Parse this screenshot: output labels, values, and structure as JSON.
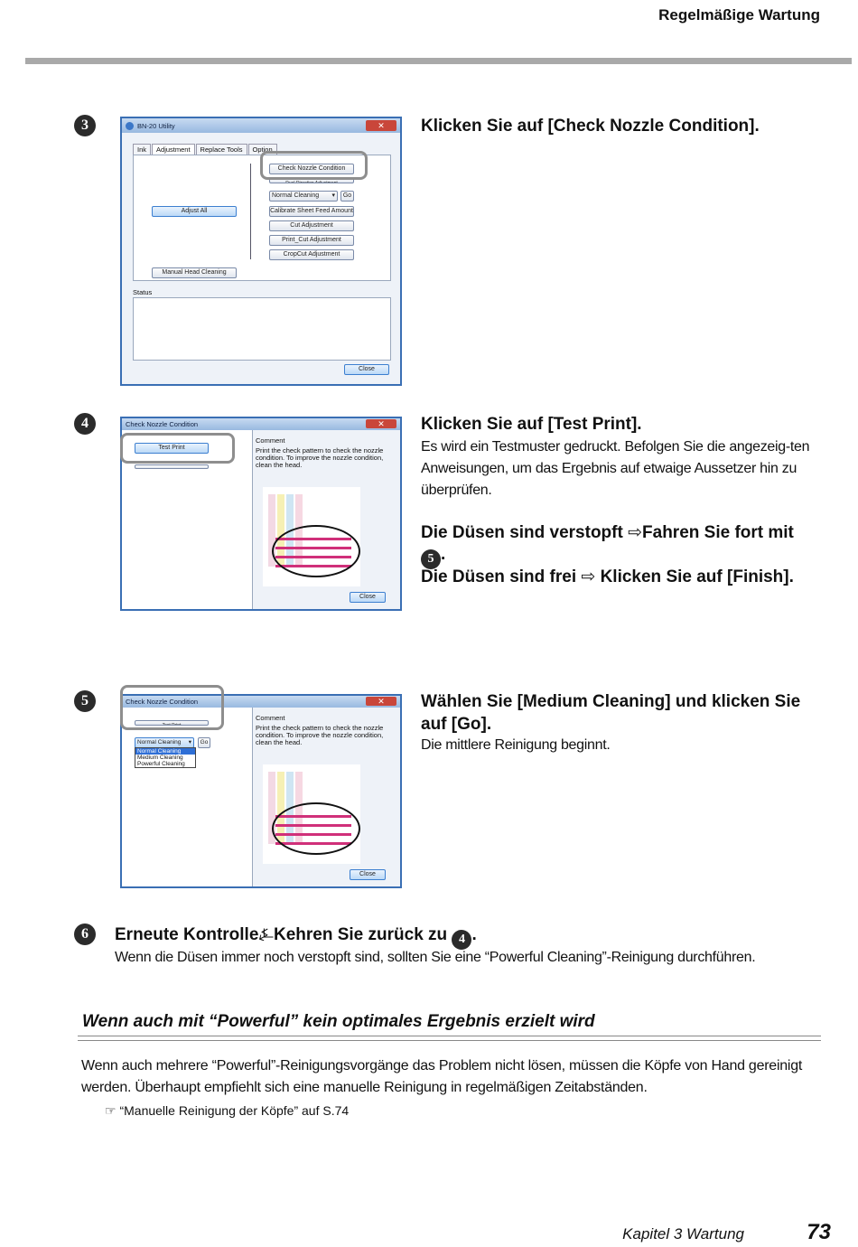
{
  "header": {
    "title": "Regelmäßige Wartung"
  },
  "steps": {
    "s3": {
      "num": "3",
      "title": "Klicken Sie auf [Check Nozzle Condition]."
    },
    "s4": {
      "num": "4",
      "title": "Klicken Sie auf [Test Print].",
      "body": "Es wird ein Testmuster gedruckt. Befolgen Sie die angezeig-ten Anweisungen, um das Ergebnis auf etwaige Aussetzer hin zu überprüfen.",
      "clogged_prefix": "Die Düsen sind verstopft ",
      "clogged_arrow": "⇨",
      "clogged_action": "Fahren Sie fort mit",
      "clogged_ref": "5",
      "clogged_end": ".",
      "clear_prefix": "Die Düsen sind frei ",
      "clear_arrow": "⇨",
      "clear_action": " Klicken Sie auf [Finish]."
    },
    "s5": {
      "num": "5",
      "title": "Wählen Sie [Medium Cleaning] und klicken Sie auf [Go].",
      "body": "Die mittlere Reinigung beginnt."
    },
    "s6": {
      "num": "6",
      "title_a": "Erneute Kontrolle",
      "title_sep": "⍼",
      "title_b": "Kehren Sie zurück zu ",
      "title_ref": "4",
      "title_end": ".",
      "body": "Wenn die Düsen immer noch verstopft sind, sollten Sie eine “Powerful Cleaning”-Reinigung durchführen."
    }
  },
  "win1": {
    "title": "BN-20 Utility",
    "close": "✕",
    "tabs": [
      "Ink",
      "Adjustment",
      "Replace Tools",
      "Option"
    ],
    "btn_check": "Check Nozzle Condition",
    "btn_hidden": "Dual Direction Adjustment",
    "select_value": "Normal Cleaning",
    "btn_go": "Go",
    "btn_calibrate": "Calibrate Sheet Feed Amount",
    "btn_cut": "Cut Adjustment",
    "btn_printcut": "Print_Cut Adjustment",
    "btn_cropcut": "CropCut Adjustment",
    "btn_adjust_all": "Adjust All",
    "btn_manual": "Manual Head Cleaning",
    "status_label": "Status",
    "btn_close": "Close"
  },
  "win2": {
    "title": "Check Nozzle Condition",
    "close": "✕",
    "btn_test": "Test Print",
    "comment_label": "Comment",
    "comment_text": "Print the check pattern to check the nozzle condition. To improve the nozzle condition, clean the head.",
    "btn_close": "Close"
  },
  "win3": {
    "title": "Check Nozzle Condition",
    "close": "✕",
    "btn_test": "Test Print",
    "select_value": "Normal Cleaning",
    "btn_go": "Go",
    "options": [
      "Normal Cleaning",
      "Medium Cleaning",
      "Powerful Cleaning"
    ],
    "comment_label": "Comment",
    "comment_text": "Print the check pattern to check the nozzle condition. To improve the nozzle condition, clean the head.",
    "btn_close": "Close"
  },
  "section": {
    "heading": "Wenn auch mit “Powerful” kein optimales Ergebnis erzielt wird",
    "body": "Wenn auch mehrere “Powerful”-Reinigungsvorgänge das Problem nicht lösen, müssen die Köpfe von Hand gereinigt werden. Überhaupt empfiehlt sich eine manuelle Reinigung in regelmäßigen Zeitabständen.",
    "ref_icon": "☞",
    "ref_text": " “Manuelle Reinigung der Köpfe” auf S.74"
  },
  "footer": {
    "chapter": "Kapitel 3  Wartung",
    "page": "73"
  }
}
